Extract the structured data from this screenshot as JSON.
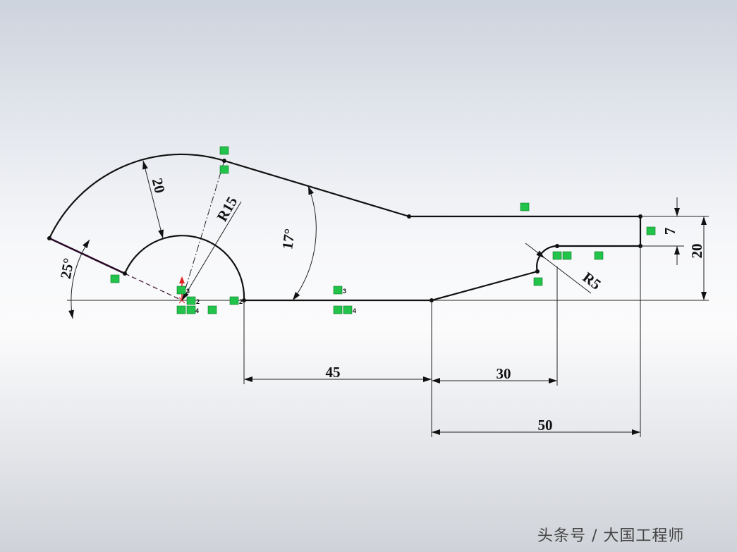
{
  "dimensions": {
    "arc_thickness": "20",
    "inner_radius": "R15",
    "start_angle": "25°",
    "slope_angle": "17°",
    "length_45": "45",
    "length_30": "30",
    "length_50": "50",
    "slot_width": "7",
    "total_height": "20",
    "fillet_radius": "R5"
  },
  "relation_labels": {
    "r2": "2",
    "r3": "3",
    "r4": "4"
  },
  "colors": {
    "relation_icon": "#22c34a",
    "origin_arrow": "#e02020",
    "sketch_line": "#111111"
  },
  "watermark": "头条号 / 大国工程师"
}
